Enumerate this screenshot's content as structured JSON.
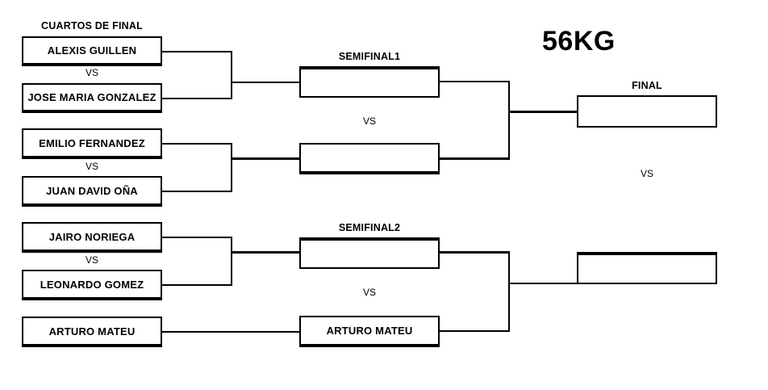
{
  "page": {
    "weight_class": "56KG",
    "background_color": "#ffffff",
    "line_color": "#000000"
  },
  "rounds": {
    "quarters_label": "CUARTOS DE FINAL",
    "semifinal1_label": "SEMIFINAL1",
    "semifinal2_label": "SEMIFINAL2",
    "final_label": "FINAL"
  },
  "vs": {
    "q1": "VS",
    "q2": "VS",
    "q3": "VS",
    "sf_top": "VS",
    "sf_bottom": "VS",
    "final": "VS"
  },
  "quarterfinals": [
    {
      "slot_top": "ALEXIS GUILLEN",
      "slot_bottom": "JOSE MARIA GONZALEZ"
    },
    {
      "slot_top": "EMILIO FERNANDEZ",
      "slot_bottom": "JUAN DAVID OÑA"
    },
    {
      "slot_top": "JAIRO NORIEGA",
      "slot_bottom": "LEONARDO GOMEZ"
    },
    {
      "slot_top": "ARTURO MATEU",
      "slot_bottom": ""
    }
  ],
  "semifinals": [
    {
      "slot_top": "",
      "slot_bottom": ""
    },
    {
      "slot_top": "",
      "slot_bottom": "ARTURO MATEU"
    }
  ],
  "finals": [
    {
      "slot": ""
    },
    {
      "slot": ""
    }
  ]
}
